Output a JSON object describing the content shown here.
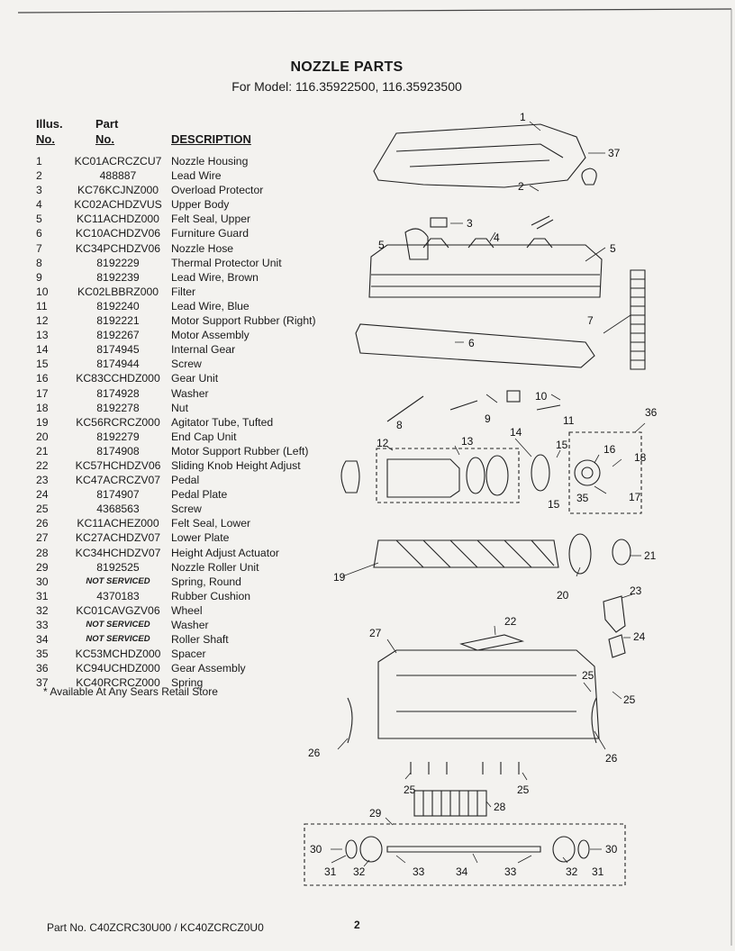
{
  "title": "NOZZLE PARTS",
  "subtitle": "For Model: 116.35922500, 116.35923500",
  "headers": {
    "illus_line1": "Illus.",
    "illus_line2": "No.",
    "part_line1": "Part",
    "part_line2": "No.",
    "description": "DESCRIPTION"
  },
  "parts": [
    {
      "no": "1",
      "part": "KC01ACRCZCU7",
      "desc": "Nozzle Housing"
    },
    {
      "no": "2",
      "part": "488887",
      "desc": "Lead Wire"
    },
    {
      "no": "3",
      "part": "KC76KCJNZ000",
      "desc": "Overload Protector"
    },
    {
      "no": "4",
      "part": "KC02ACHDZVUS",
      "desc": "Upper Body"
    },
    {
      "no": "5",
      "part": "KC11ACHDZ000",
      "desc": "Felt Seal, Upper"
    },
    {
      "no": "6",
      "part": "KC10ACHDZV06",
      "desc": "Furniture Guard"
    },
    {
      "no": "7",
      "part": "KC34PCHDZV06",
      "desc": "Nozzle Hose"
    },
    {
      "no": "8",
      "part": "8192229",
      "desc": "Thermal Protector Unit"
    },
    {
      "no": "9",
      "part": "8192239",
      "desc": "Lead Wire, Brown"
    },
    {
      "no": "10",
      "part": "KC02LBBRZ000",
      "desc": "Filter"
    },
    {
      "no": "11",
      "part": "8192240",
      "desc": "Lead Wire, Blue"
    },
    {
      "no": "12",
      "part": "8192221",
      "desc": "Motor Support Rubber (Right)"
    },
    {
      "no": "13",
      "part": "8192267",
      "desc": "Motor Assembly"
    },
    {
      "no": "14",
      "part": "8174945",
      "desc": "Internal Gear"
    },
    {
      "no": "15",
      "part": "8174944",
      "desc": "Screw"
    },
    {
      "no": "16",
      "part": "KC83CCHDZ000",
      "desc": "Gear Unit"
    },
    {
      "no": "17",
      "part": "8174928",
      "desc": "Washer"
    },
    {
      "no": "18",
      "part": "8192278",
      "desc": "Nut"
    },
    {
      "no": "19",
      "part": "KC56RCRCZ000",
      "desc": "Agitator Tube, Tufted"
    },
    {
      "no": "20",
      "part": "8192279",
      "desc": "End Cap Unit"
    },
    {
      "no": "21",
      "part": "8174908",
      "desc": "Motor Support Rubber (Left)"
    },
    {
      "no": "22",
      "part": "KC57HCHDZV06",
      "desc": "Sliding Knob Height Adjust"
    },
    {
      "no": "23",
      "part": "KC47ACRCZV07",
      "desc": "Pedal"
    },
    {
      "no": "24",
      "part": "8174907",
      "desc": "Pedal Plate"
    },
    {
      "no": "25",
      "part": "4368563",
      "desc": "Screw"
    },
    {
      "no": "26",
      "part": "KC11ACHEZ000",
      "desc": "Felt Seal, Lower"
    },
    {
      "no": "27",
      "part": "KC27ACHDZV07",
      "desc": "Lower Plate"
    },
    {
      "no": "28",
      "part": "KC34HCHDZV07",
      "desc": "Height Adjust Actuator"
    },
    {
      "no": "29",
      "part": "8192525",
      "desc": "Nozzle Roller Unit"
    },
    {
      "no": "30",
      "part": "NOT SERVICED",
      "desc": "Spring, Round"
    },
    {
      "no": "31",
      "part": "4370183",
      "desc": "Rubber Cushion"
    },
    {
      "no": "32",
      "part": "KC01CAVGZV06",
      "desc": "Wheel"
    },
    {
      "no": "33",
      "part": "NOT SERVICED",
      "desc": "Washer"
    },
    {
      "no": "34",
      "part": "NOT SERVICED",
      "desc": "Roller Shaft"
    },
    {
      "no": "35",
      "part": "KC53MCHDZ000",
      "desc": "Spacer"
    },
    {
      "no": "36",
      "part": "KC94UCHDZ000",
      "desc": "Gear Assembly"
    },
    {
      "no": "37",
      "part": "KC40RCRCZ000",
      "desc": "Spring"
    }
  ],
  "footnote": "* Available At Any Sears Retail Store",
  "footer_part_no": "Part No. C40ZCRC30U00 / KC40ZCRCZ0U0",
  "page_number": "2",
  "diagram_labels": {
    "l1": "1",
    "l37": "37",
    "l2": "2",
    "l3": "3",
    "l4": "4",
    "l5a": "5",
    "l5b": "5",
    "l7": "7",
    "l6": "6",
    "l8": "8",
    "l9": "9",
    "l10": "10",
    "l11": "11",
    "l36": "36",
    "l12": "12",
    "l13": "13",
    "l14": "14",
    "l15a": "15",
    "l15b": "15",
    "l16": "16",
    "l18": "18",
    "l17": "17",
    "l35": "35",
    "l19": "19",
    "l20": "20",
    "l21": "21",
    "l23": "23",
    "l22": "22",
    "l27": "27",
    "l24": "24",
    "l25a": "25",
    "l25b": "25",
    "l26a": "26",
    "l26b": "26",
    "l25c": "25",
    "l25d": "25",
    "l28": "28",
    "l29": "29",
    "l30a": "30",
    "l31a": "31",
    "l32a": "32",
    "l33a": "33",
    "l34": "34",
    "l33b": "33",
    "l32b": "32",
    "l31b": "31",
    "l30b": "30"
  }
}
